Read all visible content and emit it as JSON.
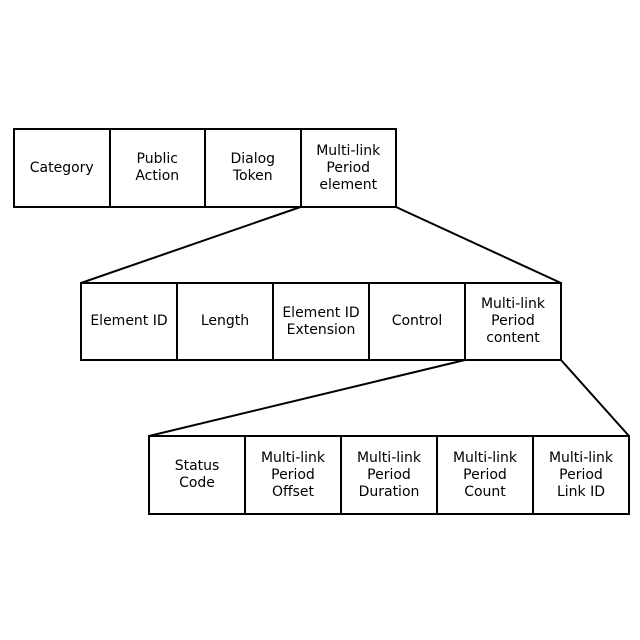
{
  "style": {
    "line_color": "#000000",
    "background": "#ffffff",
    "text_color": "#000000"
  },
  "rows": [
    {
      "id": "action-frame",
      "fields": [
        {
          "id": "category",
          "label": "Category"
        },
        {
          "id": "public-action",
          "label": "Public\nAction"
        },
        {
          "id": "dialog-token",
          "label": "Dialog\nToken"
        },
        {
          "id": "multi-link-period-element",
          "label": "Multi-link\nPeriod\nelement"
        }
      ]
    },
    {
      "id": "multi-link-period-element",
      "fields": [
        {
          "id": "element-id",
          "label": "Element ID"
        },
        {
          "id": "length",
          "label": "Length"
        },
        {
          "id": "element-id-extension",
          "label": "Element ID\nExtension"
        },
        {
          "id": "control",
          "label": "Control"
        },
        {
          "id": "multi-link-period-content",
          "label": "Multi-link\nPeriod\ncontent"
        }
      ]
    },
    {
      "id": "multi-link-period-content",
      "fields": [
        {
          "id": "status-code",
          "label": "Status\nCode"
        },
        {
          "id": "multi-link-period-offset",
          "label": "Multi-link\nPeriod\nOffset"
        },
        {
          "id": "multi-link-period-duration",
          "label": "Multi-link\nPeriod\nDuration"
        },
        {
          "id": "multi-link-period-count",
          "label": "Multi-link\nPeriod\nCount"
        },
        {
          "id": "multi-link-period-link-id",
          "label": "Multi-link\nPeriod\nLink ID"
        }
      ]
    }
  ],
  "expansions": [
    {
      "from_row": 0,
      "from_field": 3,
      "to_row": 1
    },
    {
      "from_row": 1,
      "from_field": 4,
      "to_row": 2
    }
  ]
}
